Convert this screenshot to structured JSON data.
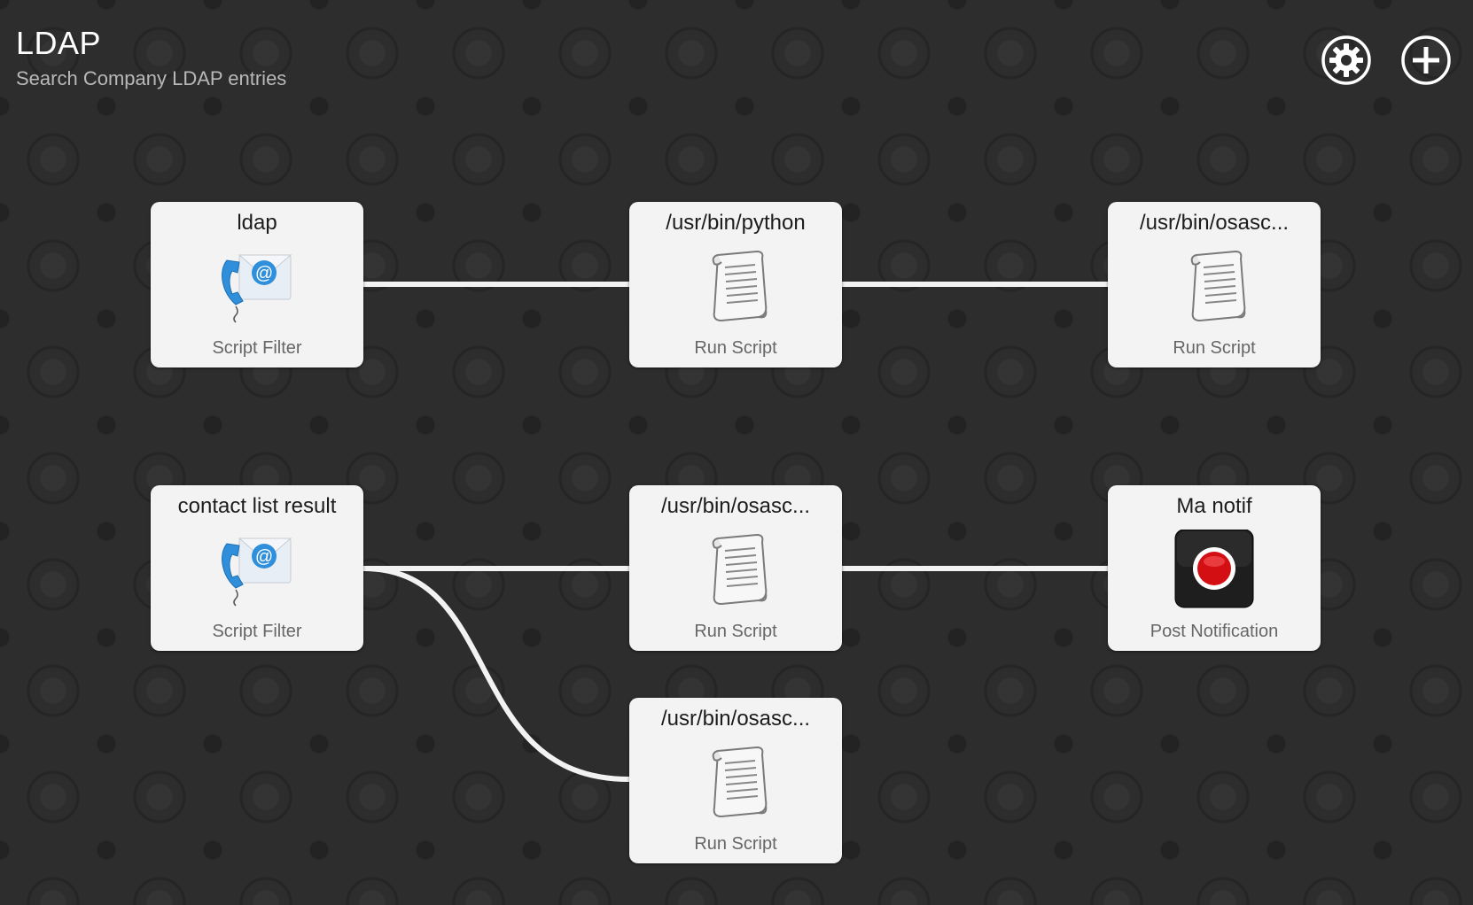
{
  "header": {
    "title": "LDAP",
    "subtitle": "Search Company LDAP entries"
  },
  "toolbar": {
    "settings_icon": "gear-icon",
    "add_icon": "plus-circle-icon"
  },
  "nodes": [
    {
      "title": "ldap",
      "type": "Script Filter",
      "icon": "contacts-mail-icon"
    },
    {
      "title": "/usr/bin/python",
      "type": "Run Script",
      "icon": "script-scroll-icon"
    },
    {
      "title": "/usr/bin/osasc...",
      "type": "Run Script",
      "icon": "script-scroll-icon"
    },
    {
      "title": "contact list result",
      "type": "Script Filter",
      "icon": "contacts-mail-icon"
    },
    {
      "title": "/usr/bin/osasc...",
      "type": "Run Script",
      "icon": "script-scroll-icon"
    },
    {
      "title": "Ma notif",
      "type": "Post Notification",
      "icon": "notification-record-icon"
    },
    {
      "title": "/usr/bin/osasc...",
      "type": "Run Script",
      "icon": "script-scroll-icon"
    }
  ],
  "connections": [
    {
      "from": "ldap",
      "to": "/usr/bin/python"
    },
    {
      "from": "/usr/bin/python",
      "to": "/usr/bin/osasc..."
    },
    {
      "from": "contact list result",
      "to": "/usr/bin/osasc..."
    },
    {
      "from": "/usr/bin/osasc...",
      "to": "Ma notif"
    },
    {
      "from": "contact list result",
      "to": "/usr/bin/osasc..."
    }
  ],
  "colors": {
    "background": "#2d2d2d",
    "node_background": "#f3f3f3",
    "connector": "#f2f2f2",
    "mail_blue": "#2f8fdb",
    "record_red": "#d40f14"
  }
}
